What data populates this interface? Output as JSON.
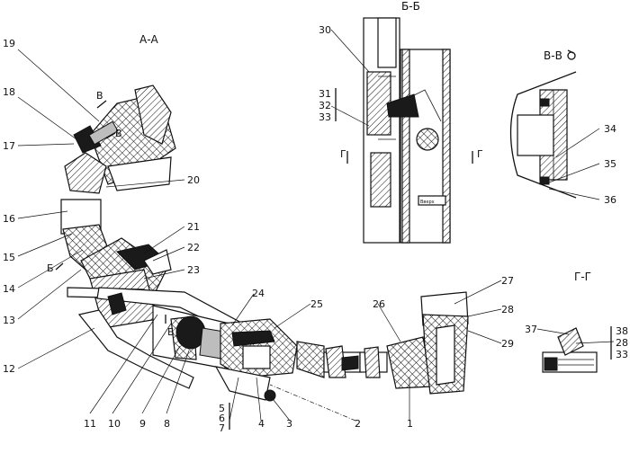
{
  "sections": {
    "aa": "А-А",
    "bb": "Б-Б",
    "vv": "В-В",
    "gg": "Г-Г"
  },
  "markers": {
    "v1": "В",
    "v2": "В",
    "b1": "Б",
    "b2": "Б",
    "g1": "Г",
    "g2": "Г"
  },
  "callouts": {
    "c1": "1",
    "c2": "2",
    "c3": "3",
    "c4": "4",
    "c5": "5",
    "c6": "6",
    "c7": "7",
    "c8": "8",
    "c9": "9",
    "c10": "10",
    "c11": "11",
    "c12": "12",
    "c13": "13",
    "c14": "14",
    "c15": "15",
    "c16": "16",
    "c17": "17",
    "c18": "18",
    "c19": "19",
    "c20": "20",
    "c21": "21",
    "c22": "22",
    "c23": "23",
    "c24": "24",
    "c25": "25",
    "c26": "26",
    "c27": "27",
    "c28": "28",
    "c29": "29",
    "c30": "30",
    "c31": "31",
    "c32": "32",
    "c33": "33",
    "c34": "34",
    "c35": "35",
    "c36": "36",
    "c37": "37",
    "c38": "38",
    "c28b": "28",
    "c33b": "33"
  },
  "detail_label": "Вверх"
}
